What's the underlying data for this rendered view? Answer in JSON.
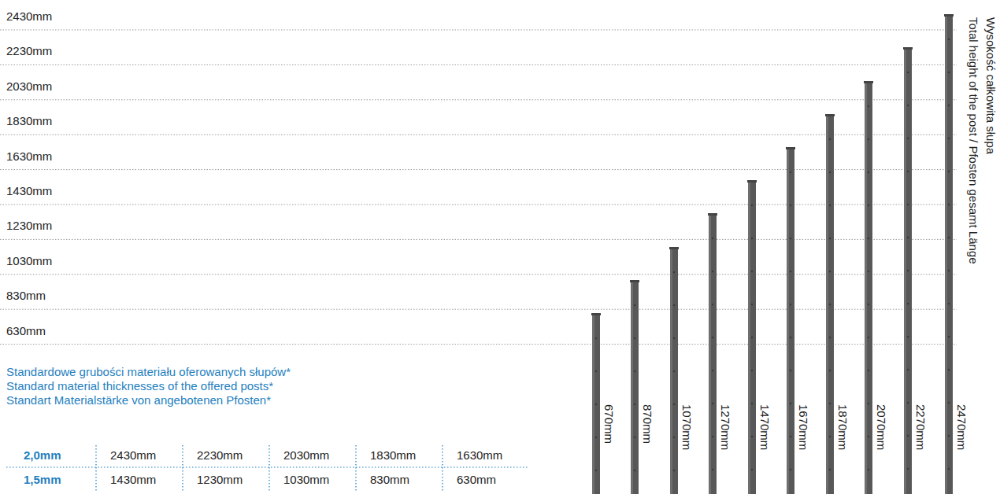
{
  "diagram": {
    "labels": [
      "2430mm",
      "2230mm",
      "2030mm",
      "1830mm",
      "1630mm",
      "1430mm",
      "1230mm",
      "1030mm",
      "830mm",
      "630mm",
      "Standardowe grubości materiału oferowanych słupów*",
      "Standard material thicknesses of the offered posts*",
      "Standart Materialstärke von angebotenen Pfosten*",
      "2,0mm",
      "2430mm",
      "2230mm",
      "2030mm",
      "1830mm",
      "1630mm",
      "1,5mm",
      "1430mm",
      "1230mm",
      "1030mm",
      "830mm",
      "630mm",
      "670mm",
      "870mm",
      "1070mm",
      "1270mm",
      "1470mm",
      "1670mm",
      "1870mm",
      "2070mm",
      "2270mm",
      "2470mm",
      "Wysokość całkowita słupa",
      "Total height of the post / Pfosten gesamt Länge"
    ]
  }
}
